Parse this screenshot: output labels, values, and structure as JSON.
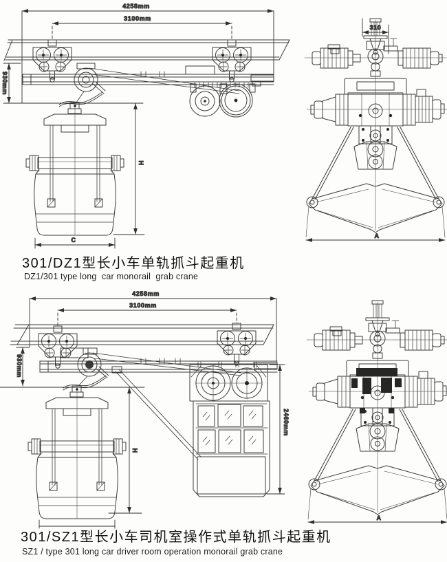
{
  "sheet": {
    "background": "#fdfdfb",
    "ink": "#3b3b3b"
  },
  "drawing1": {
    "caption_zh": "301/DZ1型长小车单轨抓斗起重机",
    "caption_en": "DZ1/301 type long  car monorail  grab crane",
    "dims": {
      "overall_length": "4258mm",
      "trolley_span": "3100mm",
      "rail_to_hook": "930mm",
      "hoist_width": "310",
      "grab_height": "H",
      "grab_width": "C",
      "bucket_span": "A"
    }
  },
  "drawing2": {
    "caption_zh": "301/SZ1型长小车司机室操作式单轨抓斗起重机",
    "caption_en": "SZ1 / type 301 long car driver room operation monorail grab crane",
    "dims": {
      "overall_length": "4258mm",
      "trolley_span": "3100mm",
      "rail_to_hook": "930mm",
      "cab_height": "2460mm",
      "grab_height": "H",
      "bucket_span": "A"
    }
  }
}
